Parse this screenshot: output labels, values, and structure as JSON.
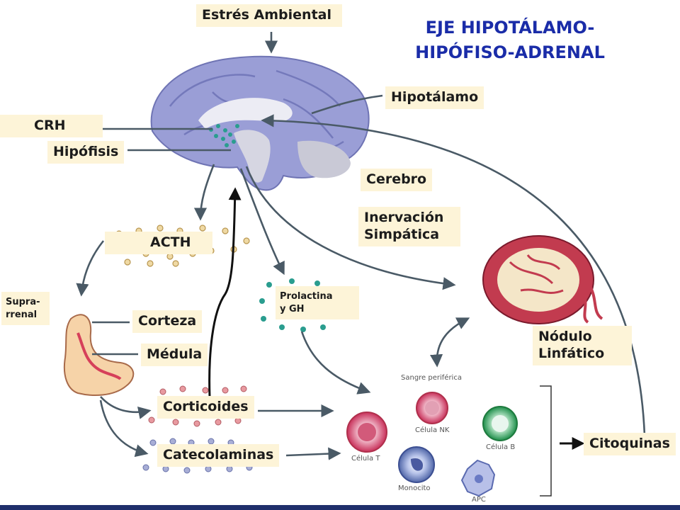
{
  "title_line1": "EJE HIPOTÁLAMO-",
  "title_line2": "HIPÓFISO-ADRENAL",
  "labels": {
    "estres": "Estrés Ambiental",
    "hipotalamo": "Hipotálamo",
    "crh": "CRH",
    "hipofisis": "Hipófisis",
    "cerebro": "Cerebro",
    "inervacion_1": "Inervación",
    "inervacion_2": "Simpática",
    "acth": "ACTH",
    "suprarrenal_1": "Supra-",
    "suprarrenal_2": "rrenal",
    "corteza": "Corteza",
    "medula": "Médula",
    "prolactina_1": "Prolactina",
    "prolactina_2": "y GH",
    "nodulo_1": "Nódulo",
    "nodulo_2": "Linfático",
    "corticoides": "Corticoides",
    "catecolaminas": "Catecolaminas",
    "citoquinas": "Citoquinas"
  },
  "cells": {
    "header": "Sangre periférica",
    "nk": "Célula NK",
    "b": "Célula B",
    "t": "Célula T",
    "monocito": "Monocito",
    "apc": "APC"
  },
  "colors": {
    "title": "#1a2ca8",
    "label_bg": "#fdf4d8",
    "arrow": "#4a5a66",
    "brain": "#9a9ed6",
    "bottom_bar": "#1f2f6b"
  }
}
